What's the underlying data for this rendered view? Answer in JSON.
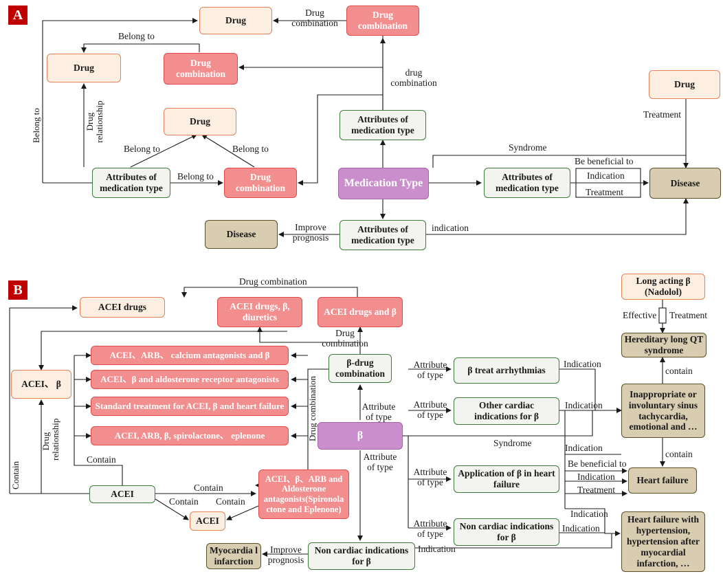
{
  "panels": {
    "a": "A",
    "b": "B"
  },
  "a": {
    "drug_top": "Drug",
    "combo_top": "Drug combination",
    "drug_left": "Drug",
    "combo_mid": "Drug combination",
    "drug_center": "Drug",
    "attr_left": "Attributes of medication type",
    "combo_left": "Drug combination",
    "attr_center_top": "Attributes of medication type",
    "medication_type": "Medication Type",
    "attr_right": "Attributes of medication type",
    "attr_bottom": "Attributes of medication type",
    "disease_left": "Disease",
    "drug_right": "Drug",
    "disease_right": "Disease",
    "labels": {
      "drug_combination_top": "Drug combination",
      "belong_to_top": "Belong to",
      "drug_combination_mid": "drug combination",
      "belong_to_vertical": "Belong to",
      "drug_relationship": "Drug relationship",
      "belong_to_left": "Belong to",
      "belong_to_right": "Belong to",
      "belong_to_bottom": "Belong to",
      "treatment_top": "Treatment",
      "syndrome": "Syndrome",
      "be_beneficial_to": "Be beneficial to",
      "indication_box": "Indication",
      "treatment_box": "Treatment",
      "improve_prognosis": "Improve prognosis",
      "indication_bottom": "indication"
    }
  },
  "b": {
    "acei_drugs": "ACEI drugs",
    "acei_beta_diuretics": "ACEI drugs, β, diuretics",
    "acei_drugs_beta": "ACEI drugs and β",
    "acei_beta": "ACEI、 β",
    "combo_1": "ACEI、ARB、 calcium antagonists and β",
    "combo_2": "ACEI、β and aldosterone receptor antagonists",
    "combo_3": "Standard treatment for ACEI, β and heart failure",
    "combo_4": "ACEI, ARB, β, spirolactone、 eplenone",
    "beta_drug_combo": "β-drug combination",
    "beta": "β",
    "acei_beta_arb": "ACEI、β、ARB and Aldosterone antagonists(Spironola ctone and Eplenone)",
    "acei_bottom": "ACEI",
    "acei_small": "ACEI",
    "myocardial": "Myocardia l infarction",
    "non_cardiac_bottom": "Non cardiac indications for β",
    "beta_arrhythmias": "β treat arrhythmias",
    "other_cardiac": "Other cardiac indications for β",
    "application_hf": "Application of β in heart failure",
    "non_cardiac_right": "Non cardiac indications for β",
    "long_acting": "Long acting β (Nadolol)",
    "hereditary_qt": "Hereditary long QT syndrome",
    "inappropriate": "Inappropriate or involuntary sinus tachycardia, emotional and …",
    "heart_failure": "Heart failure",
    "hf_hypertension": "Heart failure with hypertension, hypertension after myocardial infarction, …",
    "labels": {
      "drug_combination_top": "Drug combination",
      "drug_combination_mid": "Drug combination",
      "drug_combination_vertical": "Drug combination",
      "drug_relationship": "Drug relationship",
      "contain_left": "Contain",
      "contain_1": "Contain",
      "contain_2": "Contain",
      "contain_3": "Contain",
      "contain_4": "Contain",
      "improve_prognosis": "Improve prognosis",
      "indication_bottom": "Indication",
      "attr_type_1": "Attribute of type",
      "attr_type_2": "Attribute of type",
      "attr_type_3": "Attribute of type",
      "attr_type_4": "Attribute of type",
      "attr_type_up": "Attribute of type",
      "attr_type_down": "Attribute of type",
      "indication_1": "Indication",
      "indication_2": "Indication",
      "syndrome": "Syndrome",
      "indication_3": "Indication",
      "be_beneficial_to": "Be beneficial to",
      "indication_4": "Indication",
      "treatment": "Treatment",
      "indication_5": "Indication",
      "indication_6": "Indication",
      "effective": "Effective",
      "treatment_top": "Treatment",
      "contain_top": "contain",
      "contain_hf": "contain"
    }
  }
}
